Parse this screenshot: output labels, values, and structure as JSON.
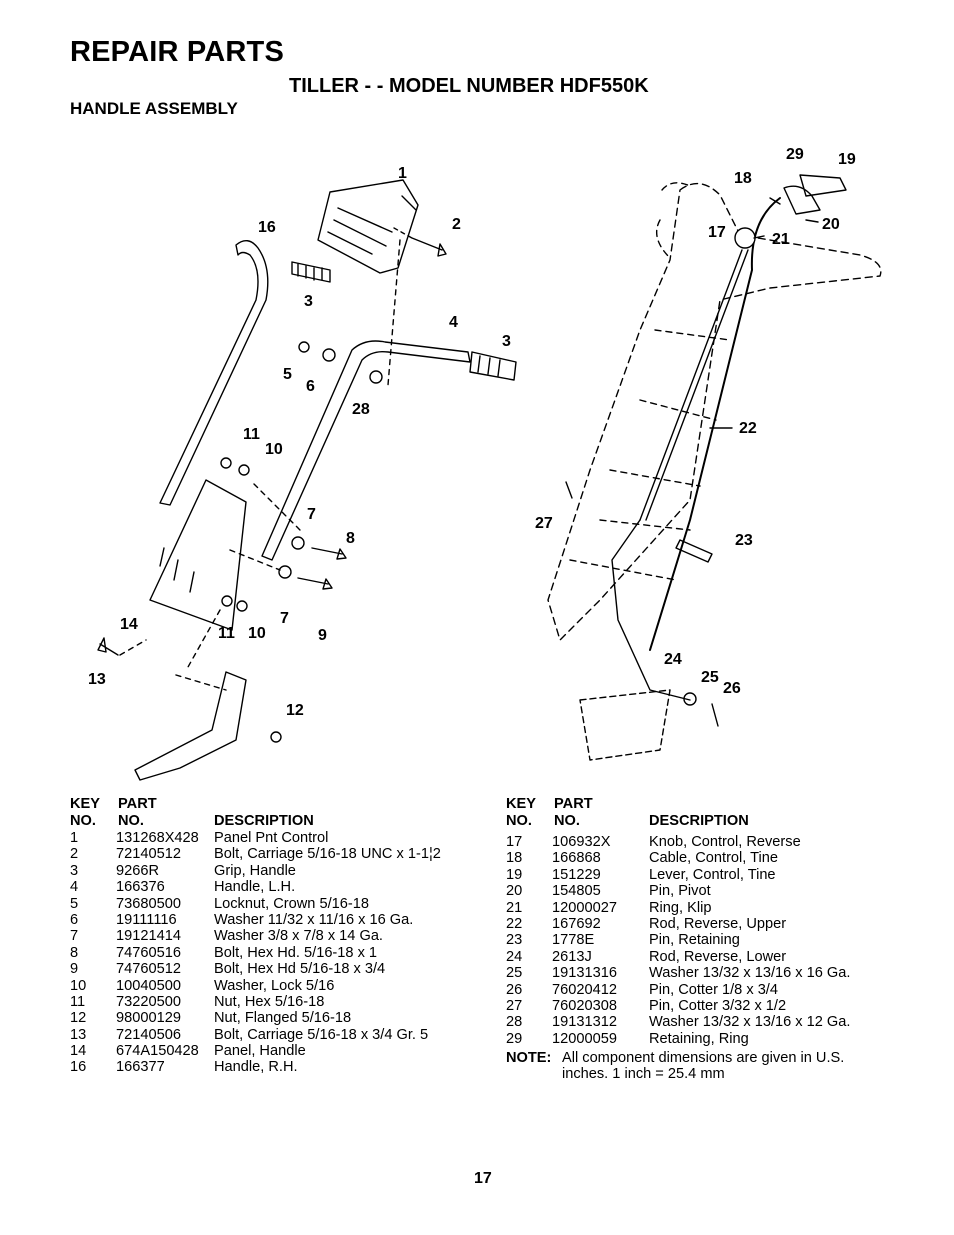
{
  "header": {
    "title": "REPAIR PARTS",
    "subtitle": "TILLER - - MODEL NUMBER HDF550K",
    "section": "HANDLE ASSEMBLY"
  },
  "diagram": {
    "callouts": [
      "1",
      "2",
      "16",
      "3",
      "4",
      "3",
      "5",
      "6",
      "28",
      "11",
      "10",
      "7",
      "8",
      "7",
      "9",
      "14",
      "11",
      "10",
      "13",
      "12",
      "29",
      "19",
      "18",
      "17",
      "21",
      "20",
      "22",
      "27",
      "23",
      "24",
      "25",
      "26"
    ]
  },
  "table_headers": {
    "key_line1": "KEY",
    "key_line2": "NO.",
    "part_line1": "PART",
    "part_line2": "NO.",
    "description": "DESCRIPTION"
  },
  "parts_left": [
    {
      "key": "1",
      "part": "131268X428",
      "desc": "Panel Pnt Control"
    },
    {
      "key": "2",
      "part": "72140512",
      "desc": "Bolt, Carriage  5/16-18 UNC x 1-1¦2"
    },
    {
      "key": "3",
      "part": "9266R",
      "desc": "Grip, Handle"
    },
    {
      "key": "4",
      "part": "166376",
      "desc": "Handle, L.H."
    },
    {
      "key": "5",
      "part": "73680500",
      "desc": "Locknut, Crown 5/16-18"
    },
    {
      "key": "6",
      "part": "19111116",
      "desc": "Washer  11/32 x 11/16 x 16 Ga."
    },
    {
      "key": "7",
      "part": "19121414",
      "desc": "Washer  3/8 x 7/8 x 14 Ga."
    },
    {
      "key": "8",
      "part": "74760516",
      "desc": "Bolt, Hex Hd. 5/16-18 x 1"
    },
    {
      "key": "9",
      "part": "74760512",
      "desc": "Bolt, Hex Hd 5/16-18 x 3/4"
    },
    {
      "key": "10",
      "part": "10040500",
      "desc": "Washer, Lock  5/16"
    },
    {
      "key": "11",
      "part": "73220500",
      "desc": "Nut, Hex  5/16-18"
    },
    {
      "key": "12",
      "part": "98000129",
      "desc": "Nut, Flanged 5/16-18"
    },
    {
      "key": "13",
      "part": "72140506",
      "desc": "Bolt, Carriage  5/16-18 x 3/4 Gr. 5"
    },
    {
      "key": "14",
      "part": "674A150428",
      "desc": "Panel, Handle"
    },
    {
      "key": "16",
      "part": "166377",
      "desc": "Handle, R.H."
    }
  ],
  "parts_right": [
    {
      "key": "17",
      "part": "106932X",
      "desc": "Knob, Control, Reverse"
    },
    {
      "key": "18",
      "part": "166868",
      "desc": "Cable, Control, Tine"
    },
    {
      "key": "19",
      "part": "151229",
      "desc": "Lever, Control, Tine"
    },
    {
      "key": "20",
      "part": "154805",
      "desc": "Pin,  Pivot"
    },
    {
      "key": "21",
      "part": "12000027",
      "desc": "Ring, Klip"
    },
    {
      "key": "22",
      "part": "167692",
      "desc": "Rod, Reverse, Upper"
    },
    {
      "key": "23",
      "part": "1778E",
      "desc": "Pin, Retaining"
    },
    {
      "key": "24",
      "part": "2613J",
      "desc": "Rod, Reverse, Lower"
    },
    {
      "key": "25",
      "part": "19131316",
      "desc": "Washer  13/32 x 13/16 x 16 Ga."
    },
    {
      "key": "26",
      "part": "76020412",
      "desc": "Pin, Cotter  1/8 x 3/4"
    },
    {
      "key": "27",
      "part": "76020308",
      "desc": "Pin, Cotter  3/32 x 1/2"
    },
    {
      "key": "28",
      "part": "19131312",
      "desc": "Washer 13/32 x 13/16 x 12 Ga."
    },
    {
      "key": "29",
      "part": "12000059",
      "desc": "Retaining, Ring"
    }
  ],
  "note": {
    "label": "NOTE:",
    "text": "All component dimensions are given in U.S. inches.   1 inch = 25.4 mm"
  },
  "page_number": "17"
}
